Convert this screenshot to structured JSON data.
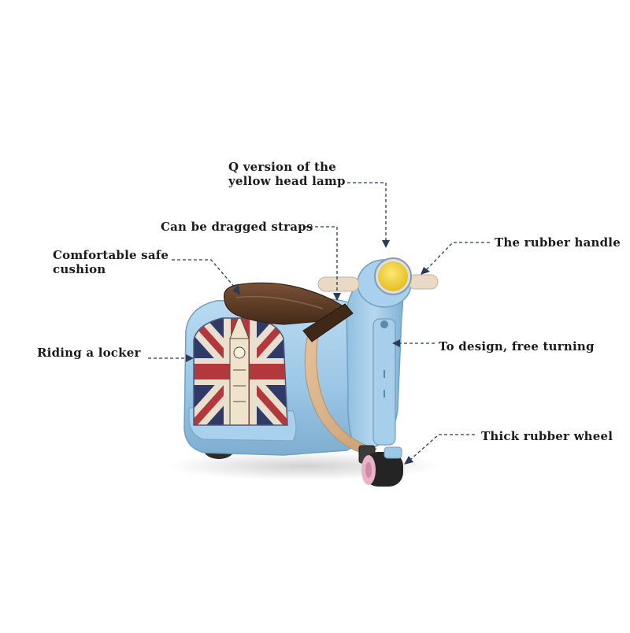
{
  "callouts": {
    "head_lamp": {
      "line1": "Q version of the",
      "line2": "yellow head lamp"
    },
    "straps": {
      "text": "Can be dragged straps"
    },
    "cushion": {
      "line1": "Comfortable safe",
      "line2": "cushion"
    },
    "handle": {
      "text": "The rubber handle"
    },
    "locker": {
      "text": "Riding a locker"
    },
    "turning": {
      "text": "To design, free turning"
    },
    "wheel": {
      "text": "Thick rubber wheel"
    }
  },
  "colors": {
    "body_blue": "#9cc7e6",
    "body_shadow": "#6f9fc2",
    "seat_brown": "#5b3a24",
    "strap_tan": "#d9b48c",
    "lamp_yellow": "#f4d23a",
    "flag_red": "#b2383b",
    "flag_blue": "#2f3b66",
    "callout_line": "#2b3a55"
  }
}
